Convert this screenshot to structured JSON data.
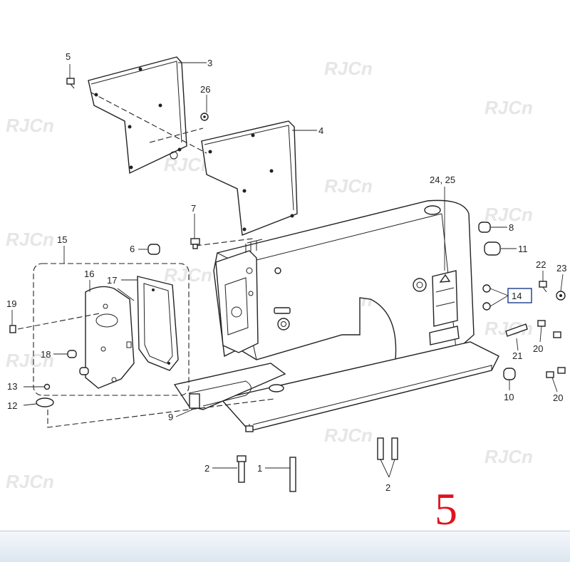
{
  "diagram": {
    "watermark_text": "RJCn",
    "page_number": "5",
    "accent_color": "#e0141e",
    "label_box_color": "#1a3a8a",
    "callouts": {
      "c1": "1",
      "c2a": "2",
      "c2b": "2",
      "c3": "3",
      "c4": "4",
      "c5": "5",
      "c6": "6",
      "c7": "7",
      "c8": "8",
      "c9": "9",
      "c10": "10",
      "c11": "11",
      "c12": "12",
      "c13": "13",
      "c14": "14",
      "c15": "15",
      "c16": "16",
      "c17": "17",
      "c18": "18",
      "c19": "19",
      "c20a": "20",
      "c20b": "20",
      "c21": "21",
      "c22": "22",
      "c23": "23",
      "c24_25": "24, 25",
      "c26": "26"
    }
  }
}
